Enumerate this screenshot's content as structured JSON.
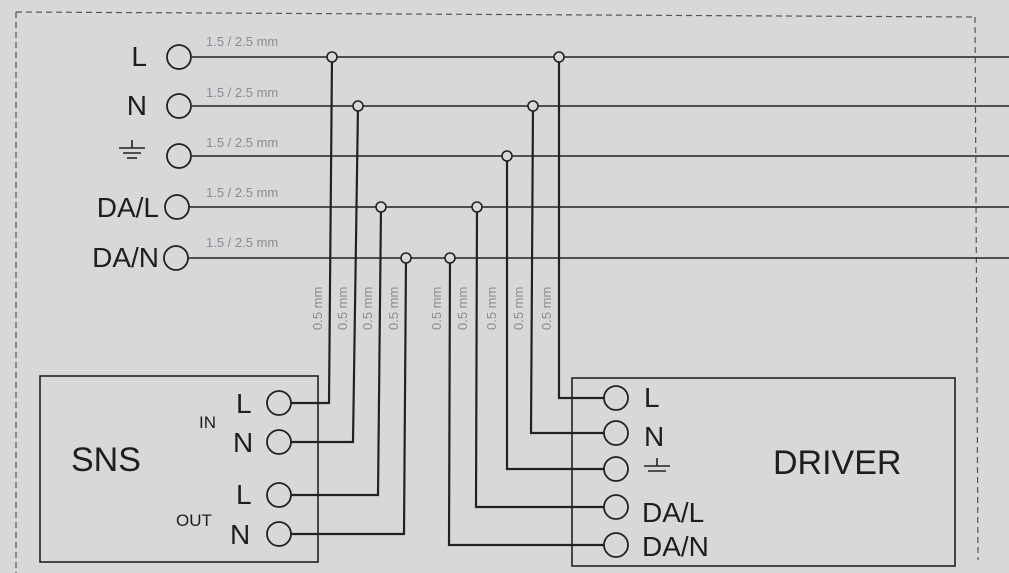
{
  "mains_terminals": [
    {
      "label": "L",
      "wire_size": "1.5 / 2.5 mm"
    },
    {
      "label": "N",
      "wire_size": "1.5 / 2.5 mm"
    },
    {
      "label": "",
      "icon": "ground-icon",
      "wire_size": "1.5 / 2.5 mm"
    },
    {
      "label": "DA/L",
      "wire_size": "1.5 / 2.5 mm"
    },
    {
      "label": "DA/N",
      "wire_size": "1.5 / 2.5 mm"
    }
  ],
  "vertical_wire_label": "0.5 mm",
  "sns": {
    "title": "SNS",
    "in_label": "IN",
    "out_label": "OUT",
    "terminals": [
      "L",
      "N",
      "L",
      "N"
    ]
  },
  "driver": {
    "title": "DRIVER",
    "terminals": [
      {
        "label": "L"
      },
      {
        "label": "N"
      },
      {
        "label": "",
        "icon": "ground-icon"
      },
      {
        "label": "DA/L"
      },
      {
        "label": "DA/N"
      }
    ]
  }
}
